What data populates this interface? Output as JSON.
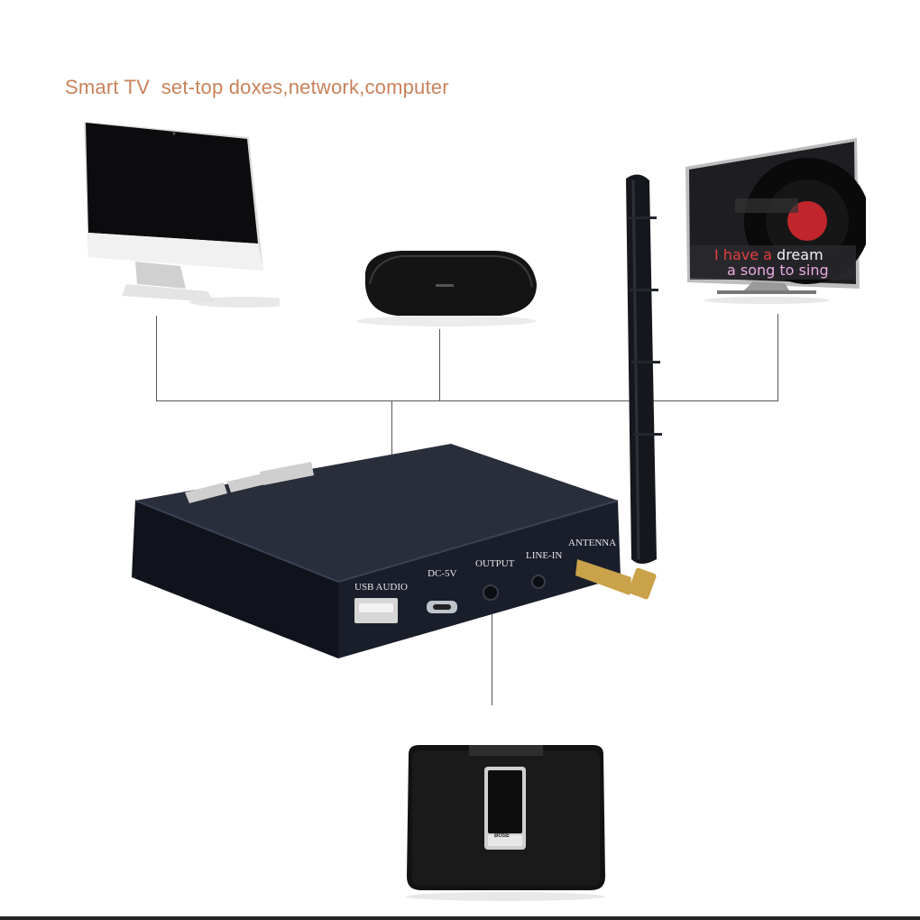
{
  "header": {
    "top_cut_text": "··· ·········· ·· ········",
    "headline": "Smart TV  set-top doxes,network,computer"
  },
  "tv": {
    "lyric_line1_a": "I have a ",
    "lyric_line1_b": "dream",
    "lyric_line2": "a song to sing"
  },
  "ports": {
    "usb": "USB AUDIO",
    "dc": "DC-5V",
    "output": "OUTPUT",
    "line_in": "LINE-IN",
    "antenna": "ANTENNA"
  },
  "speaker": {
    "brand": "BOSE"
  },
  "colors": {
    "headline": "#c8825a",
    "device": "#1a1e2b",
    "connector_line": "#555555",
    "gold": "#c9a24a"
  }
}
